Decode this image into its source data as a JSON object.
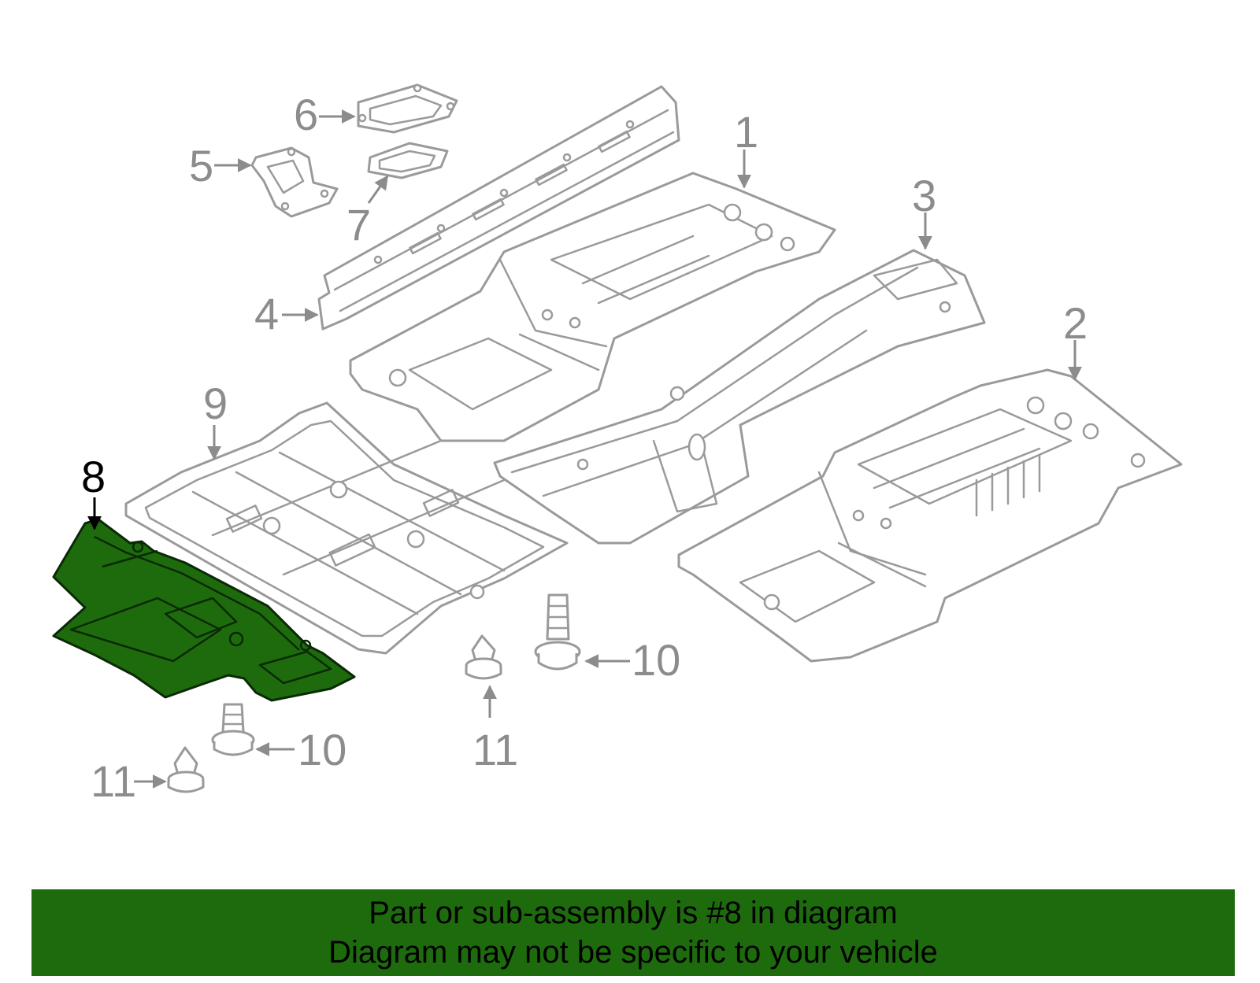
{
  "diagram": {
    "callouts": {
      "c1": "1",
      "c2": "2",
      "c3": "3",
      "c4": "4",
      "c5": "5",
      "c6": "6",
      "c7": "7",
      "c8": "8",
      "c9": "9",
      "c10a": "10",
      "c10b": "10",
      "c11a": "11",
      "c11b": "11"
    },
    "highlighted_part": "8",
    "colors": {
      "highlight": "#1e6b0e",
      "line": "#9a9a9a",
      "callout_text": "#8c8c8c"
    }
  },
  "banner": {
    "line1": "Part or sub-assembly is #8 in diagram",
    "line2": "Diagram may not be specific to your vehicle"
  }
}
